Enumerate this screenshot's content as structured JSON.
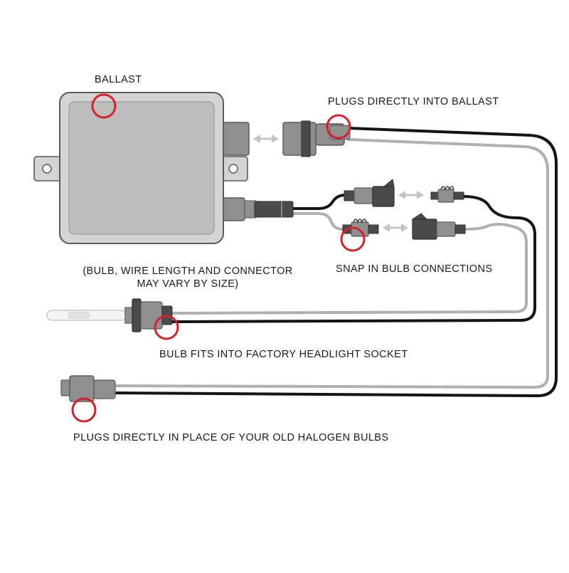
{
  "diagram": {
    "title": "HID Conversion Kit Wiring Diagram",
    "colors": {
      "background": "#ffffff",
      "ballast_body": "#d4d4d4",
      "ballast_face": "#bdbdbd",
      "component_outline": "#5a5a5a",
      "connector_dark": "#4a4a4a",
      "connector_mid": "#8f8f8f",
      "wire_black": "#141414",
      "wire_grey": "#b0b0b0",
      "callout_circle": "#d91e2a",
      "arrow": "#c4c4c4",
      "text": "#1a1a1a"
    },
    "labels": {
      "ballast": "BALLAST",
      "plugs_into_ballast": "PLUGS DIRECTLY INTO BALLAST",
      "snap_in": "SNAP IN BULB CONNECTIONS",
      "note_line1": "(BULB, WIRE LENGTH AND CONNECTOR",
      "note_line2": "MAY VARY BY SIZE)",
      "bulb_fits": "BULB FITS INTO FACTORY HEADLIGHT SOCKET",
      "halogen": "PLUGS DIRECTLY IN PLACE OF YOUR OLD HALOGEN BULBS"
    },
    "components": [
      {
        "id": "ballast",
        "name": "Ballast"
      },
      {
        "id": "ballast-plug",
        "name": "Ballast power connector"
      },
      {
        "id": "bulb-connectors",
        "name": "Snap-in bulb connectors"
      },
      {
        "id": "bulb",
        "name": "HID bulb"
      },
      {
        "id": "halogen-plug",
        "name": "Halogen socket plug"
      }
    ],
    "callouts": [
      {
        "target": "ballast",
        "label_key": "ballast"
      },
      {
        "target": "ballast-plug",
        "label_key": "plugs_into_ballast"
      },
      {
        "target": "bulb-connectors",
        "label_key": "snap_in"
      },
      {
        "target": "bulb",
        "label_key": "bulb_fits"
      },
      {
        "target": "halogen-plug",
        "label_key": "halogen"
      }
    ]
  }
}
